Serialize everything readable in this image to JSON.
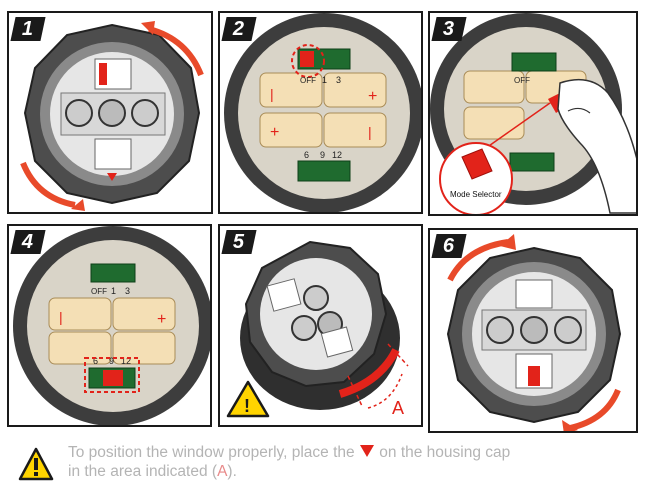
{
  "steps": [
    {
      "number": "1"
    },
    {
      "number": "2"
    },
    {
      "number": "3"
    },
    {
      "number": "4"
    },
    {
      "number": "5"
    },
    {
      "number": "6"
    }
  ],
  "switch_top": {
    "off": "OFF",
    "one": "1",
    "three": "3"
  },
  "switch_bottom": {
    "six": "6",
    "nine": "9",
    "twelve": "12"
  },
  "callout_label": "Mode Selector",
  "area_letter": "A",
  "caption": {
    "line1_before": "To position the window properly, place the",
    "line1_after": "on the housing cap",
    "line2_before": "in the area indicated (",
    "line2_letter": "A",
    "line2_after": ")."
  },
  "colors": {
    "accent_red": "#e2231a",
    "housing_dark": "#4a4a4a",
    "battery": "#f4dfb5"
  },
  "icons": [
    "warning-icon",
    "rotate-arrow-icon",
    "red-triangle-marker-icon"
  ]
}
